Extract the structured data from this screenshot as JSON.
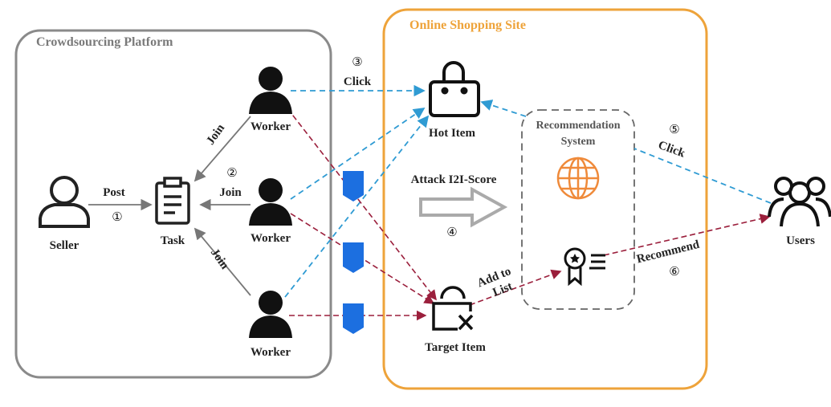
{
  "colors": {
    "platform_border": "#8a8a8a",
    "shop_border": "#eea33a",
    "click_line": "#2f9bd3",
    "attack_line": "#9b1f3c",
    "bookmark": "#1c6fe0",
    "globe": "#ef8a3a"
  },
  "platform": {
    "title": "Crowdsourcing Platform"
  },
  "shop": {
    "title": "Online Shopping Site"
  },
  "nodes": {
    "seller": "Seller",
    "task": "Task",
    "worker": "Worker",
    "hot_item": "Hot Item",
    "target_item": "Target Item",
    "recsys_line1": "Recommendation",
    "recsys_line2": "System",
    "users": "Users"
  },
  "edges": {
    "post": "Post",
    "join": "Join",
    "click": "Click",
    "attack": "Attack I2I-Score",
    "add_to_line1": "Add to",
    "add_to_line2": "List",
    "recommend": "Recommend"
  },
  "steps": {
    "s1": "①",
    "s2": "②",
    "s3": "③",
    "s4": "④",
    "s5": "⑤",
    "s6": "⑥"
  }
}
